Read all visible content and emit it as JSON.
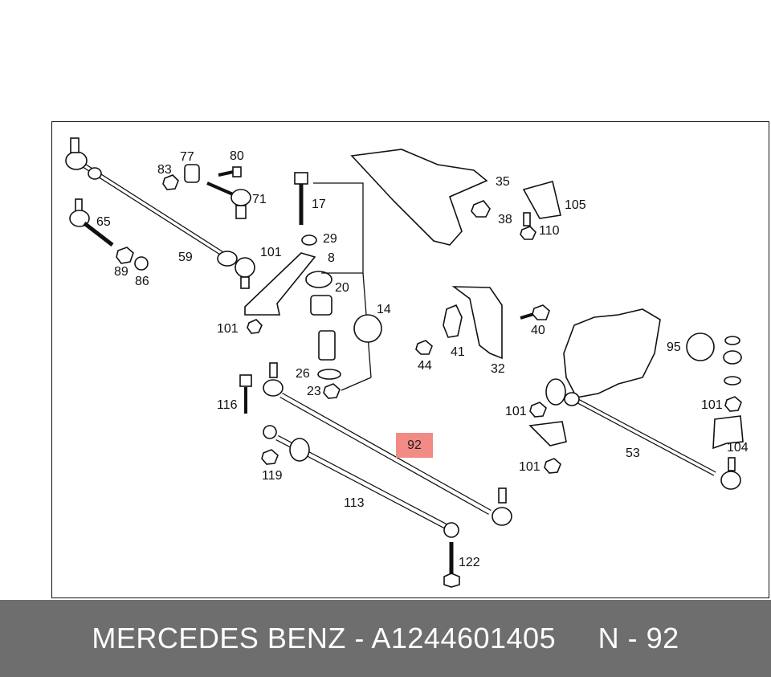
{
  "callouts": {
    "c83": "83",
    "c77": "77",
    "c80": "80",
    "c71": "71",
    "c65": "65",
    "c59": "59",
    "c89": "89",
    "c86": "86",
    "c101a": "101",
    "c101b": "101",
    "c17": "17",
    "c29": "29",
    "c8": "8",
    "c20": "20",
    "c14": "14",
    "c26": "26",
    "c23": "23",
    "c35": "35",
    "c38": "38",
    "c105": "105",
    "c110": "110",
    "c40": "40",
    "c41": "41",
    "c44": "44",
    "c32": "32",
    "c95": "95",
    "c101c": "101",
    "c101d": "101",
    "c101e": "101",
    "c104": "104",
    "c53": "53",
    "c116": "116",
    "c119": "119",
    "c113": "113",
    "c122": "122"
  },
  "highlight": {
    "label": "92",
    "color": "#f28b86"
  },
  "footer": {
    "text": "MERCEDES BENZ - A1244601405     N - 92",
    "background": "#6e6e6e"
  }
}
